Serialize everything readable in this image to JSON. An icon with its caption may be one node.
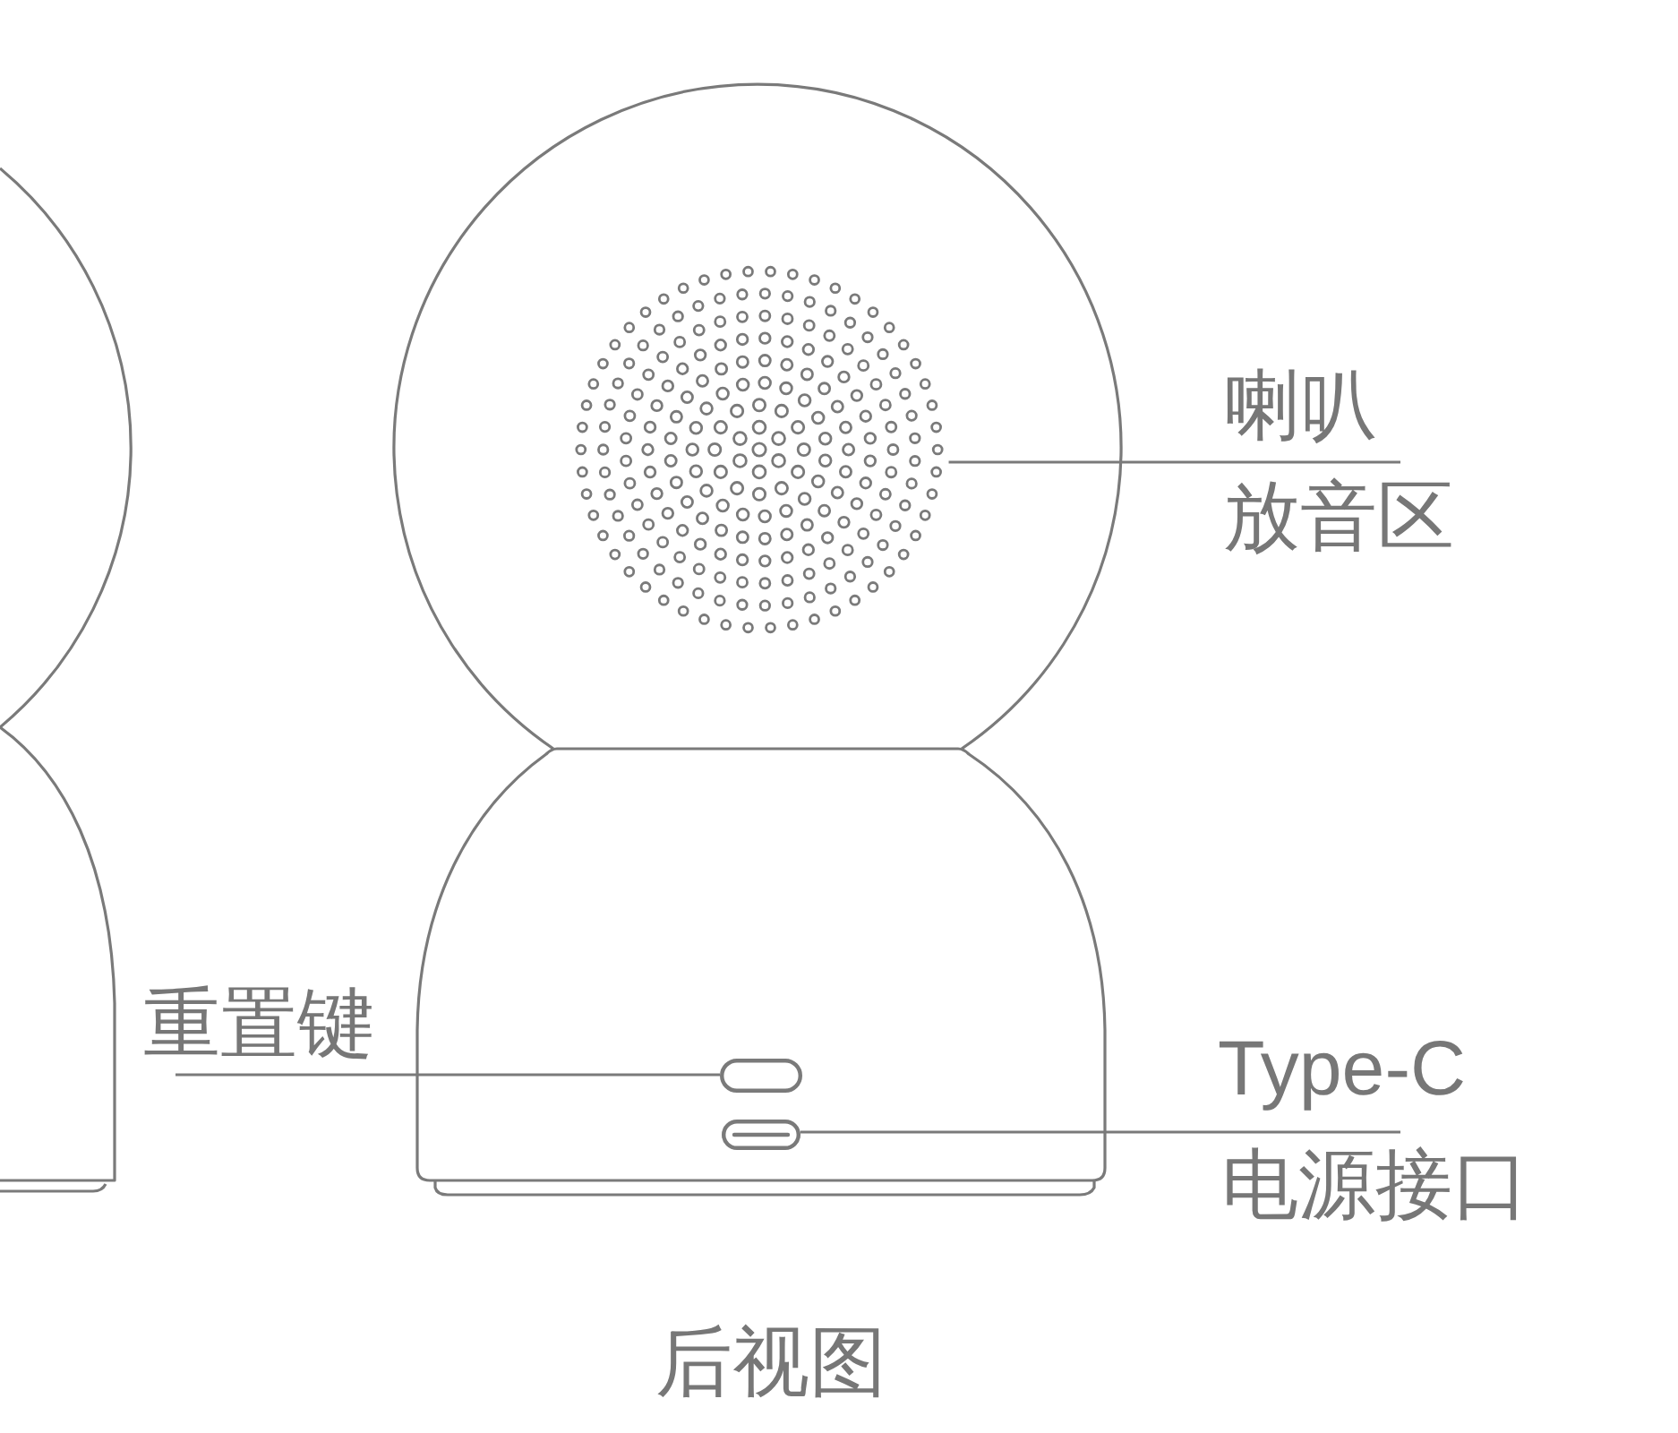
{
  "diagram": {
    "caption": "后视图",
    "nodes": [
      {
        "text": [
          "喇叭",
          "放音区"
        ]
      },
      {
        "text": [],
        "shape": "circle"
      },
      {
        "text": [
          "重置键"
        ]
      },
      {
        "text": [],
        "shape": "box"
      },
      {
        "text": [
          "Type-C",
          "电源接口"
        ]
      },
      {
        "text": [],
        "shape": "box"
      }
    ],
    "edges": [
      {
        "from": 0,
        "to": 1,
        "arrow": "none"
      },
      {
        "from": 2,
        "to": 3,
        "arrow": "none"
      },
      {
        "from": 4,
        "to": 5,
        "arrow": "none"
      }
    ]
  }
}
